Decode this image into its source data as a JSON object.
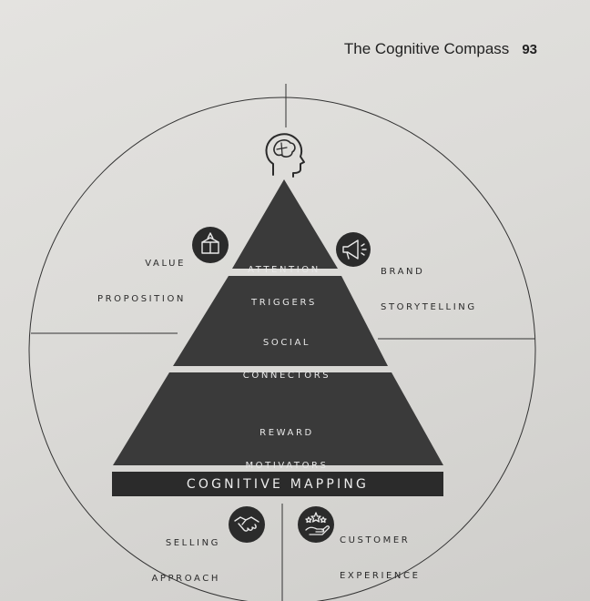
{
  "header": {
    "title": "The Cognitive Compass",
    "page_number": "93"
  },
  "pyramid": {
    "top": {
      "line1": "ATTENTION",
      "line2": "TRIGGERS"
    },
    "middle": {
      "line1": "SOCIAL",
      "line2": "CONNECTORS"
    },
    "bottom": {
      "line1": "REWARD",
      "line2": "MOTIVATORS"
    }
  },
  "base_bar": {
    "label": "COGNITIVE MAPPING"
  },
  "side_labels": {
    "value_proposition": {
      "line1": "VALUE",
      "line2": "PROPOSITION",
      "icon": "gift-box-icon"
    },
    "brand_storytelling": {
      "line1": "BRAND",
      "line2": "STORYTELLING",
      "icon": "megaphone-icon"
    },
    "selling_approach": {
      "line1": "SELLING",
      "line2": "APPROACH",
      "icon": "handshake-icon"
    },
    "customer_experience": {
      "line1": "CUSTOMER",
      "line2": "EXPERIENCE",
      "icon": "stars-hand-icon"
    }
  },
  "colors": {
    "pyramid_fill": "#3a3a3a",
    "icon_fill": "#2b2b2b",
    "line": "#333333"
  },
  "top_icon": "brain-head-icon"
}
